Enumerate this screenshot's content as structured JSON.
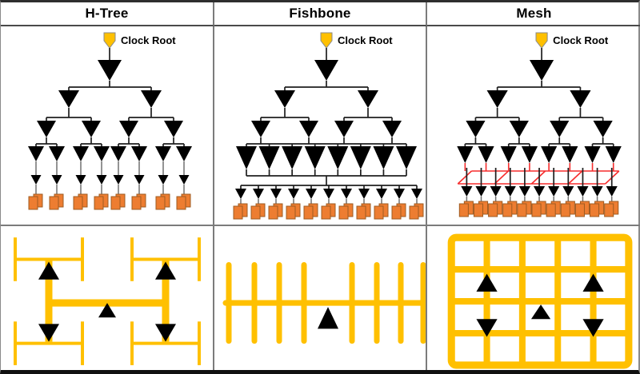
{
  "header": {
    "columns": [
      "H-Tree",
      "Fishbone",
      "Mesh"
    ]
  },
  "clock_root_label": "Clock Root",
  "colors": {
    "gold": "#FFC000",
    "orange_fill": "#ED7D31",
    "orange_stroke": "#9E5B21",
    "mesh_red": "#F62D2D",
    "tree_line": "#1f1f1f",
    "sink_line": "#707070",
    "buffer_black": "#000000",
    "marker_stroke": "#8a8a8a"
  },
  "diagrams": {
    "htree": {
      "tree": {
        "buffer_levels": [
          1,
          2,
          4,
          8,
          8
        ],
        "sink_groups": 8
      },
      "floorplan": {
        "buffers": 5,
        "pattern": "recursive-H"
      }
    },
    "fishbone": {
      "tree": {
        "buffer_levels": [
          1,
          2,
          4,
          8
        ],
        "leaf_buffers": 11,
        "sink_groups": 11
      },
      "floorplan": {
        "buffers": 1,
        "ribs": 8,
        "pattern": "spine-with-ribs"
      }
    },
    "mesh": {
      "tree": {
        "buffer_levels": [
          1,
          2,
          4,
          8
        ],
        "leaf_buffers": 11,
        "sink_groups": 11,
        "mesh_overlay": true
      },
      "floorplan": {
        "buffers": 5,
        "grid_cols": 5,
        "grid_rows": 4,
        "pattern": "grid"
      }
    }
  }
}
